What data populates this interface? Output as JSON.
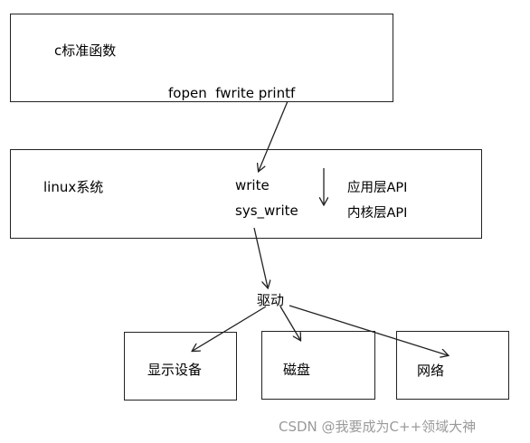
{
  "layers": {
    "c_lib": {
      "title": "c标准函数",
      "functions": "fopen  fwrite printf"
    },
    "linux": {
      "title": "linux系统",
      "api_call": "write",
      "syscall": "sys_write",
      "label_user_api": "应用层API",
      "label_kernel_api": "内核层API"
    },
    "driver": {
      "label": "驱动"
    },
    "devices": [
      {
        "label": "显示设备"
      },
      {
        "label": "磁盘"
      },
      {
        "label": "网络"
      }
    ]
  },
  "watermark": "CSDN @我要成为C++领域大神"
}
